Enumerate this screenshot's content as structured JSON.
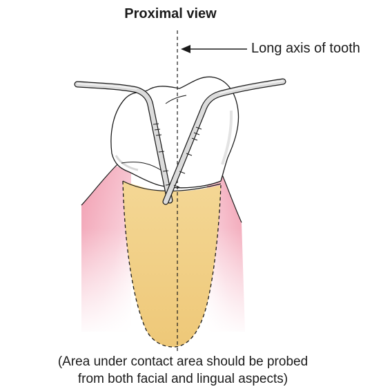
{
  "diagram": {
    "title": "Proximal view",
    "axis_label": "Long axis of tooth",
    "caption_line1": "(Area under contact area should be probed",
    "caption_line2": "from both facial and lingual aspects)"
  },
  "colors": {
    "gingiva_pink": "#f3a8b8",
    "root_yellow": "#f2cf85",
    "enamel_white": "#ffffff",
    "outline": "#1a1a1a",
    "probe_gray": "#c8c8c8"
  }
}
